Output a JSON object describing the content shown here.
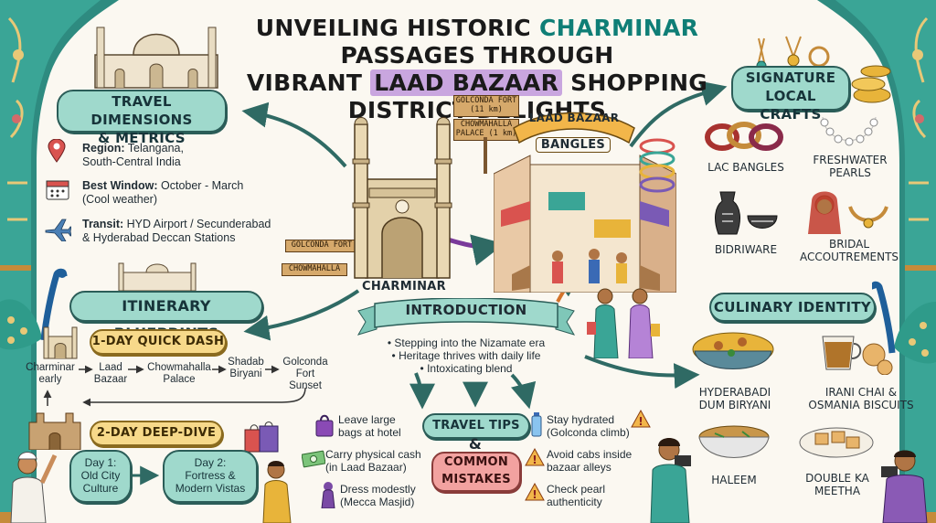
{
  "header": {
    "title_line1_a": "UNVEILING HISTORIC ",
    "title_line1_hl": "CHARMINAR",
    "title_line1_b": " PASSAGES THROUGH",
    "title_line2_a": "VIBRANT ",
    "title_line2_hl": "LAAD BAZAAR",
    "title_line2_b": " SHOPPING DISTRICT DELIGHTS"
  },
  "travel_dimensions": {
    "heading_line1": "TRAVEL DIMENSIONS",
    "heading_line2": "& METRICS",
    "region_label": "Region:",
    "region_value1": " Telangana,",
    "region_value2": "South-Central India",
    "window_label": "Best Window:",
    "window_value1": " October - March",
    "window_value2": "(Cool weather)",
    "transit_label": "Transit:",
    "transit_value1": " HYD Airport / Secunderabad",
    "transit_value2": "& Hyderabad Deccan Stations"
  },
  "center": {
    "charminar_label": "CHARMINAR",
    "sign_golconda": "GOLCONDA FORT",
    "sign_chowmahalla": "CHOWMAHALLA",
    "post_golconda_1": "GOLCONDA FORT",
    "post_golconda_2": "(11 km)",
    "post_chow_1": "CHOWMAHALLA",
    "post_chow_2": "PALACE (1 km)",
    "laad_banner": "LAAD BAZAAR",
    "bangles_banner": "BANGLES"
  },
  "introduction": {
    "heading": "INTRODUCTION",
    "points": [
      "• Stepping into the Nizamate era",
      "• Heritage thrives with daily life",
      "• Intoxicating blend"
    ]
  },
  "itinerary": {
    "heading": "ITINERARY BLUEPRINTS",
    "one_day_heading": "1-DAY QUICK DASH",
    "one_day_steps": [
      {
        "l1": "Charminar",
        "l2": "early"
      },
      {
        "l1": "Laad",
        "l2": "Bazaar"
      },
      {
        "l1": "Chowmahalla",
        "l2": "Palace"
      },
      {
        "l1": "Shadab",
        "l2": "Biryani"
      },
      {
        "l1": "Golconda",
        "l2": "Fort",
        "l3": "Sunset"
      }
    ],
    "two_day_heading": "2-DAY DEEP-DIVE",
    "day1_l1": "Day 1:",
    "day1_l2": "Old City",
    "day1_l3": "Culture",
    "day2_l1": "Day 2:",
    "day2_l2": "Fortress &",
    "day2_l3": "Modern Vistas"
  },
  "tips": {
    "heading": "TRAVEL TIPS",
    "amp": "&",
    "mistakes_l1": "COMMON",
    "mistakes_l2": "MISTAKES",
    "left": [
      {
        "l1": "Leave large",
        "l2": "bags at hotel"
      },
      {
        "l1": "Carry physical cash",
        "l2": "(in Laad Bazaar)"
      },
      {
        "l1": "Dress modestly",
        "l2": "(Mecca Masjid)"
      }
    ],
    "right": [
      {
        "l1": "Stay hydrated",
        "l2": "(Golconda climb)"
      },
      {
        "l1": "Avoid cabs inside",
        "l2": "bazaar alleys"
      },
      {
        "l1": "Check pearl",
        "l2": "authenticity"
      }
    ]
  },
  "crafts": {
    "heading_l1": "SIGNATURE",
    "heading_l2": "LOCAL CRAFTS",
    "items": [
      {
        "l1": "LAC BANGLES",
        "l2": ""
      },
      {
        "l1": "FRESHWATER",
        "l2": "PEARLS"
      },
      {
        "l1": "BIDRIWARE",
        "l2": ""
      },
      {
        "l1": "BRIDAL",
        "l2": "ACCOUTREMENTS"
      }
    ]
  },
  "culinary": {
    "heading": "CULINARY IDENTITY",
    "items": [
      {
        "l1": "HYDERABADI",
        "l2": "DUM BIRYANI"
      },
      {
        "l1": "IRANI CHAI &",
        "l2": "OSMANIA BISCUITS"
      },
      {
        "l1": "HALEEM",
        "l2": ""
      },
      {
        "l1": "DOUBLE KA",
        "l2": "MEETHA"
      }
    ]
  },
  "colors": {
    "teal": "#9fd9cc",
    "teal_dark": "#2b5d58",
    "yellow": "#f7d98a",
    "pink": "#f2a2a0",
    "purple": "#c9a6df",
    "arrow": "#2f6a64"
  }
}
